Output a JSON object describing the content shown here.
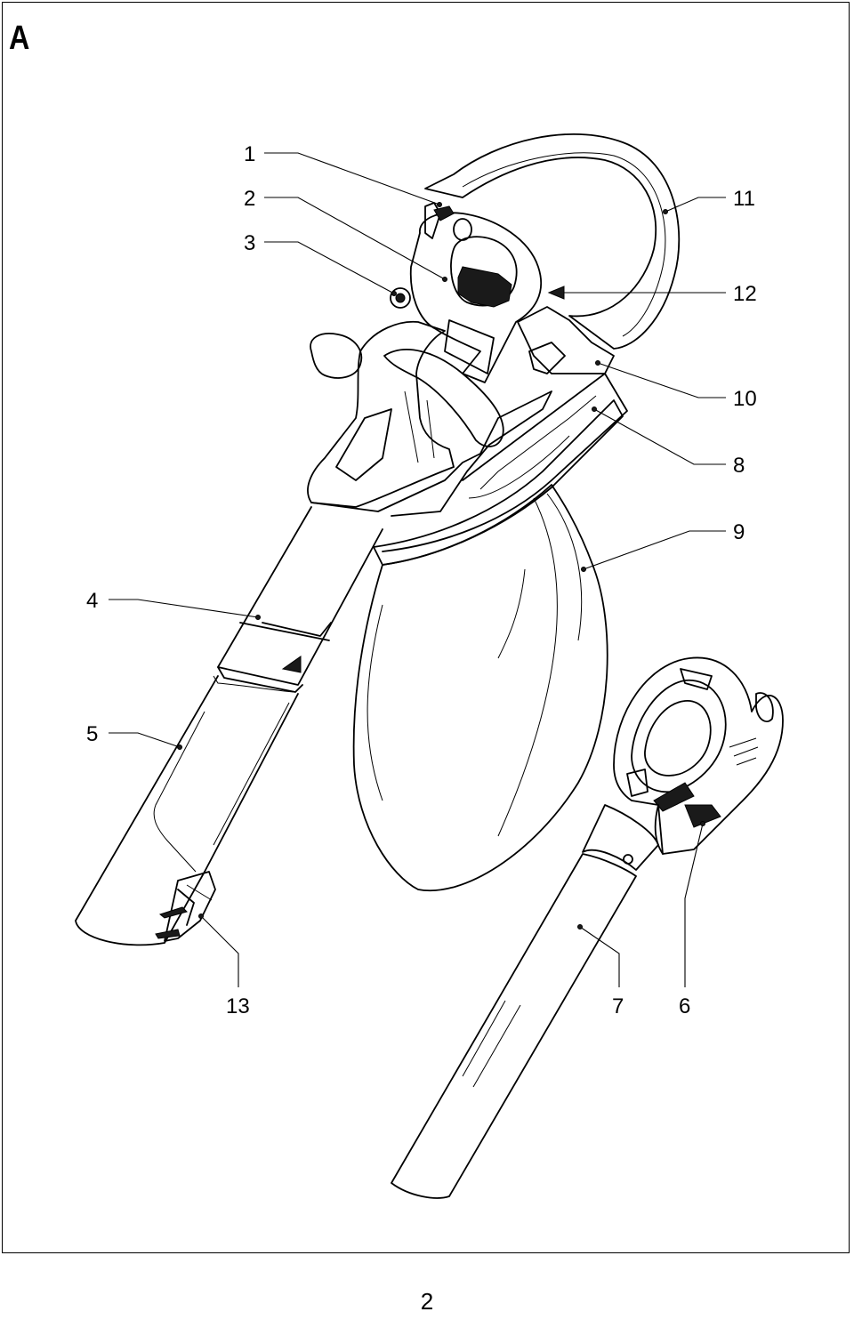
{
  "figure": {
    "letter": "A"
  },
  "callouts": [
    {
      "id": "1",
      "label": "1"
    },
    {
      "id": "2",
      "label": "2"
    },
    {
      "id": "3",
      "label": "3"
    },
    {
      "id": "4",
      "label": "4"
    },
    {
      "id": "5",
      "label": "5"
    },
    {
      "id": "6",
      "label": "6"
    },
    {
      "id": "7",
      "label": "7"
    },
    {
      "id": "8",
      "label": "8"
    },
    {
      "id": "9",
      "label": "9"
    },
    {
      "id": "10",
      "label": "10"
    },
    {
      "id": "11",
      "label": "11"
    },
    {
      "id": "12",
      "label": "12"
    },
    {
      "id": "13",
      "label": "13"
    }
  ],
  "page": {
    "number": "2"
  }
}
